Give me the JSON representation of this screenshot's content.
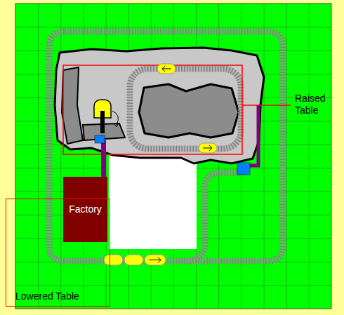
{
  "diagram": {
    "nodes": [
      {
        "text": [
          "Factory"
        ]
      },
      {
        "text": [
          "Lowered Table"
        ]
      }
    ],
    "labels": [
      "Raised Table"
    ]
  }
}
